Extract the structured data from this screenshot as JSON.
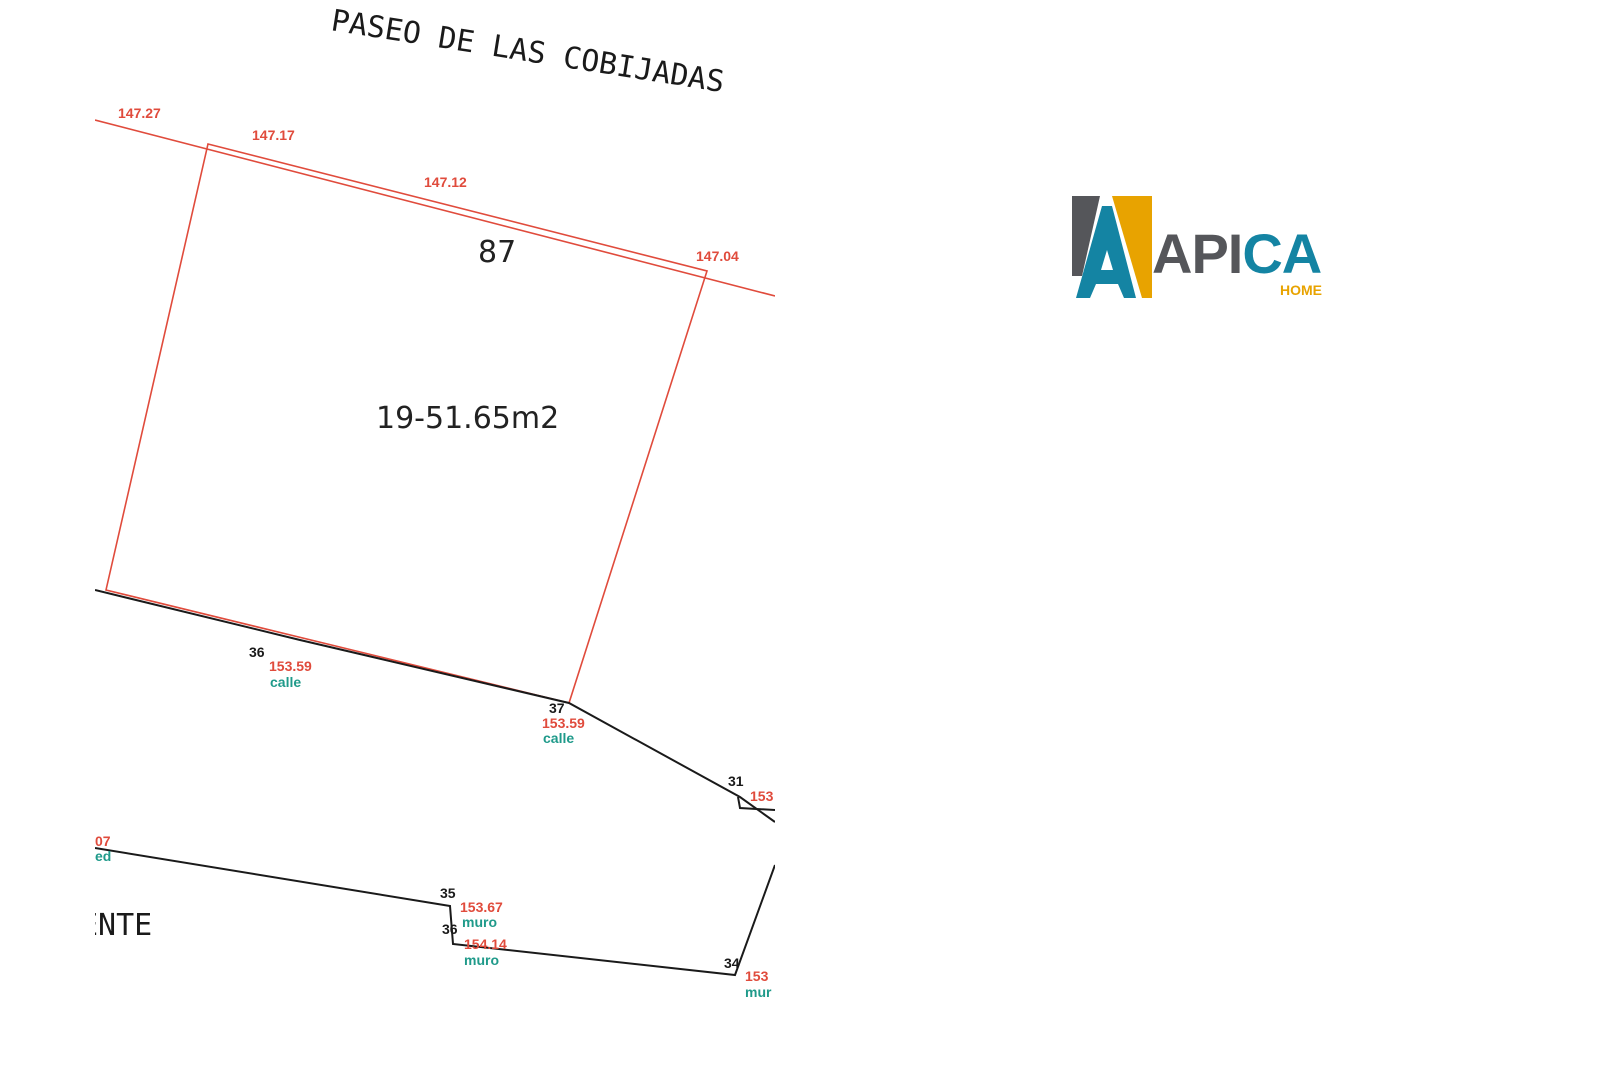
{
  "plan": {
    "street_name": "PASEO DE LAS COBIJADAS",
    "street_name_bottom": "ENTE",
    "lot_number": "87",
    "lot_area": "19-51.65m2",
    "elevations": [
      {
        "id": "e1",
        "value": "147.27"
      },
      {
        "id": "e2",
        "value": "147.17"
      },
      {
        "id": "e3",
        "value": "147.12"
      },
      {
        "id": "e4",
        "value": "147.04"
      },
      {
        "id": "e5",
        "value": "153.59"
      },
      {
        "id": "e6",
        "value": "153.59"
      },
      {
        "id": "e7",
        "value": "153"
      },
      {
        "id": "e8",
        "value": "153.67"
      },
      {
        "id": "e9",
        "value": "154.14"
      },
      {
        "id": "e10",
        "value": "153"
      },
      {
        "id": "e11",
        "value": "07"
      }
    ],
    "points": [
      {
        "id": "p36",
        "value": "36"
      },
      {
        "id": "p37",
        "value": "37"
      },
      {
        "id": "p31",
        "value": "31"
      },
      {
        "id": "p35",
        "value": "35"
      },
      {
        "id": "p36b",
        "value": "36"
      },
      {
        "id": "p34",
        "value": "34"
      }
    ],
    "kinds": [
      {
        "id": "k1",
        "value": "calle"
      },
      {
        "id": "k2",
        "value": "calle"
      },
      {
        "id": "k3",
        "value": "muro"
      },
      {
        "id": "k4",
        "value": "muro"
      },
      {
        "id": "k5",
        "value": "ed"
      },
      {
        "id": "k6",
        "value": "mur"
      }
    ],
    "colors": {
      "boundary": "#e04b3c",
      "outline": "#1a1a1a",
      "label_green": "#1f9a8a"
    }
  },
  "logo": {
    "word_left": "AP",
    "word_mid": "I",
    "word_right": "CA",
    "subtitle": "HOME",
    "colors": {
      "gray": "#55565a",
      "blue": "#1484a3",
      "yellow": "#e8a300"
    }
  }
}
